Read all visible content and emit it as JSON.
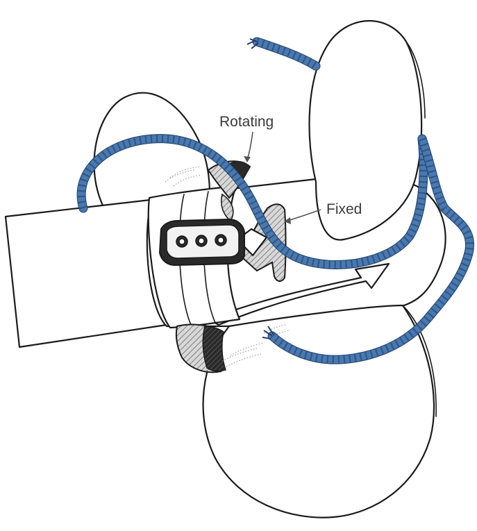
{
  "figure": {
    "labels": {
      "rotating": "Rotating",
      "fixed": "Fixed"
    },
    "colors": {
      "rope": "#4a78b0",
      "rope_shadow": "#2e5886",
      "outline": "#1a1a1a",
      "hatch": "#8a8a8a",
      "dark_part": "#2a2a2a"
    },
    "icons": [
      "rope",
      "propeller",
      "shaft",
      "rope-cutter",
      "arrow"
    ]
  }
}
